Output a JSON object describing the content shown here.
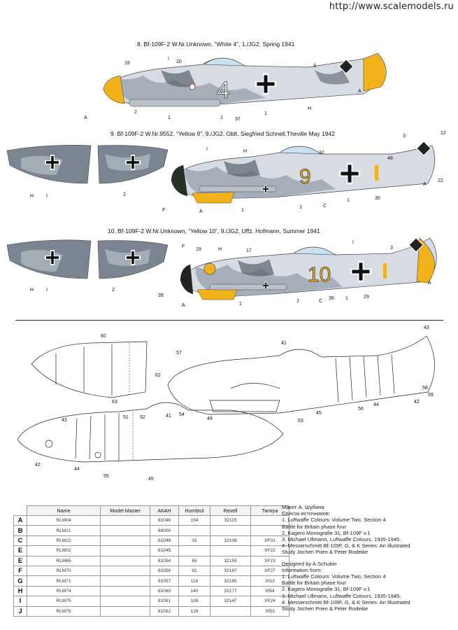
{
  "watermark": "http://www.scalemodels.ru",
  "profiles": [
    {
      "title": "8. Bf-109F-2 W.Nr.Unknown, “White 4”, 1./JG2, Spring 1941",
      "code": "4"
    },
    {
      "title": "9. Bf-109F-2 W.Nr.9552, “Yellow 9”, 9./JG2, Oblt. Siegfried Schnell,Theville May 1942",
      "code": "9"
    },
    {
      "title": "10. Bf-109F-2 W.Nr.Unknown, “Yellow 10”, 9./JG2, Uffz. Hofmann, Summer 1941",
      "code": "10"
    }
  ],
  "callouts": {
    "p8": [
      "18",
      "I",
      "20",
      "3",
      "A",
      "A",
      "2",
      "1",
      "J",
      "37",
      "1",
      "H"
    ],
    "p9": [
      "3",
      "12",
      "H",
      "32",
      "48",
      "I",
      "A",
      "22",
      "F",
      "A",
      "1",
      "J",
      "C",
      "1",
      "30",
      "H",
      "I",
      "2"
    ],
    "p10": [
      "F",
      "19",
      "H",
      "17",
      "I",
      "3",
      "A",
      "39",
      "A",
      "1",
      "J",
      "C",
      "36",
      "1",
      "29",
      "H",
      "I",
      "2"
    ],
    "stencil": [
      "60",
      "62",
      "63",
      "57",
      "41",
      "43",
      "54",
      "49",
      "53",
      "45",
      "56",
      "44",
      "42",
      "58",
      "59",
      "43",
      "51",
      "52",
      "41",
      "42",
      "44",
      "55",
      "45"
    ]
  },
  "table": {
    "headers": [
      "Name",
      "Model Master",
      "АКАН",
      "Humbrol",
      "Revell",
      "Tamiya"
    ],
    "rows": [
      {
        "code": "A",
        "name": "RLM04",
        "mm": "",
        "akan": "81046",
        "humbrol": "154",
        "revell": "32115",
        "tamiya": ""
      },
      {
        "code": "B",
        "name": "RLM21",
        "mm": "",
        "akan": "88000",
        "humbrol": "",
        "revell": "",
        "tamiya": ""
      },
      {
        "code": "C",
        "name": "RLM22",
        "mm": "",
        "akan": "81048",
        "humbrol": "33",
        "revell": "32108",
        "tamiya": "XF01"
      },
      {
        "code": "E",
        "name": "RLM02",
        "mm": "",
        "akan": "81045",
        "humbrol": "",
        "revell": "",
        "tamiya": "XF22"
      },
      {
        "code": "E",
        "name": "RLM65",
        "mm": "",
        "akan": "81054",
        "humbrol": "65",
        "revell": "32155",
        "tamiya": "XF23"
      },
      {
        "code": "F",
        "name": "RLM70",
        "mm": "",
        "akan": "81056",
        "humbrol": "91",
        "revell": "32167",
        "tamiya": "XF27"
      },
      {
        "code": "G",
        "name": "RLM71",
        "mm": "",
        "akan": "81057",
        "humbrol": "116",
        "revell": "32165",
        "tamiya": "Xf13"
      },
      {
        "code": "H",
        "name": "RLM74",
        "mm": "",
        "akan": "81060",
        "humbrol": "140",
        "revell": "32177",
        "tamiya": "Xf54"
      },
      {
        "code": "I",
        "name": "RLM75",
        "mm": "",
        "akan": "81061",
        "humbrol": "106",
        "revell": "32147",
        "tamiya": "XF24"
      },
      {
        "code": "J",
        "name": "RLM76",
        "mm": "",
        "akan": "81062",
        "humbrol": "126",
        "revell": "",
        "tamiya": "Xf53"
      }
    ]
  },
  "sources": {
    "ru": [
      "Макет А. Шубина",
      "Список источников:",
      "1. Luftwaffe Colours: Volume Two, Section 4",
      "Battle for Britain phase four",
      "2. Kagero Monografie 31, Bf-109F v.1",
      "3. Michael Ullmann, Luftwaffe Colours, 1935-1945.",
      "4. Messerschmitt Bf-109F, G, & K Series: An illustrated",
      "Study Jochen Prien & Peter Rodeike"
    ],
    "en": [
      "Designed by A.Schubin",
      "Information from:",
      "1. Luftwaffe Colours: Volume Two, Section 4",
      "Battle for Britain phase four",
      "2. Kagero Monografie 31, Bf-109F v.1",
      "3. Michael Ullmann, Luftwaffe Colours, 1935-1945.",
      "4. Messerschmitt Bf-109F, G, & K Series: An illustrated",
      "Study Jochen Prien & Peter Rodeike"
    ]
  },
  "colors": {
    "yellow": "#f2b21c",
    "light": "#d7dce4",
    "mid": "#98a2ae",
    "dark": "#59616c",
    "black": "#111111"
  }
}
